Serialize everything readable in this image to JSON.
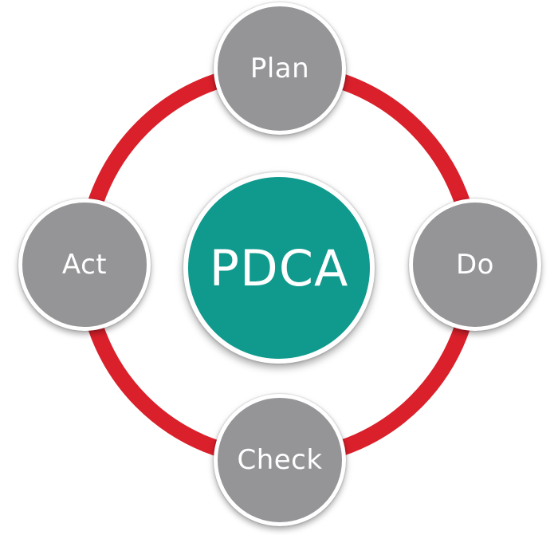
{
  "center": {
    "label": "PDCA"
  },
  "steps": [
    {
      "key": "plan",
      "label": "Plan"
    },
    {
      "key": "do",
      "label": "Do"
    },
    {
      "key": "check",
      "label": "Check"
    },
    {
      "key": "act",
      "label": "Act"
    }
  ],
  "colors": {
    "ring": "#d9202b",
    "node_fill": "#959598",
    "center_fill": "#0f9a8d",
    "outline": "#ffffff"
  }
}
